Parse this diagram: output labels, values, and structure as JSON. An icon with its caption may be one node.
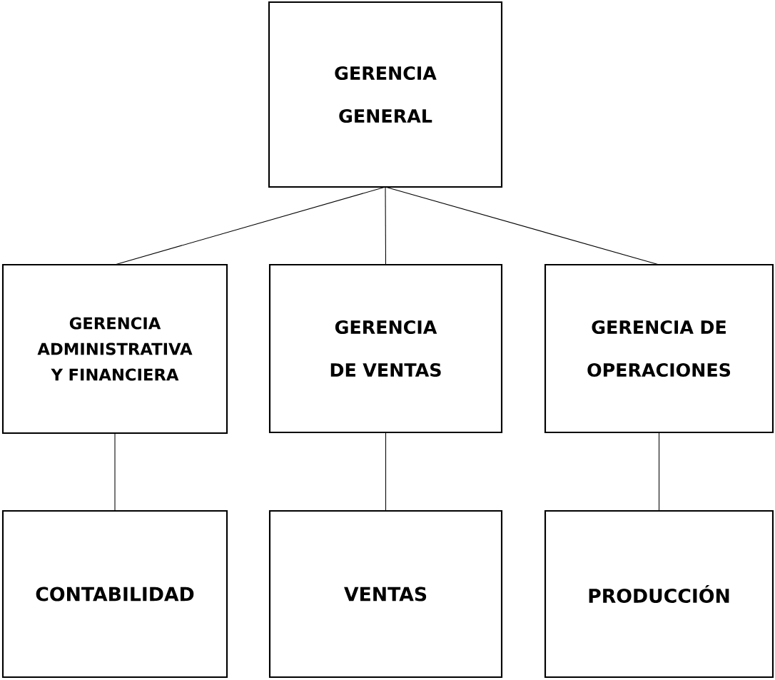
{
  "diagram": {
    "nodes": [
      {
        "text": [
          "GERENCIA GENERAL"
        ]
      },
      {
        "text": [
          "GERENCIA ADMINISTRATIVA Y FINANCIERA"
        ]
      },
      {
        "text": [
          "GERENCIA DE VENTAS"
        ]
      },
      {
        "text": [
          "GERENCIA DE OPERACIONES"
        ]
      },
      {
        "text": [
          "CONTABILIDAD"
        ]
      },
      {
        "text": [
          "VENTAS"
        ]
      },
      {
        "text": [
          "PRODUCCIÓN"
        ]
      }
    ],
    "edges": [
      {
        "from": 0,
        "to": 1,
        "arrow": "none"
      },
      {
        "from": 0,
        "to": 2,
        "arrow": "none"
      },
      {
        "from": 0,
        "to": 3,
        "arrow": "none"
      },
      {
        "from": 1,
        "to": 4,
        "arrow": "none"
      },
      {
        "from": 2,
        "to": 5,
        "arrow": "none"
      },
      {
        "from": 3,
        "to": 6,
        "arrow": "none"
      }
    ]
  }
}
